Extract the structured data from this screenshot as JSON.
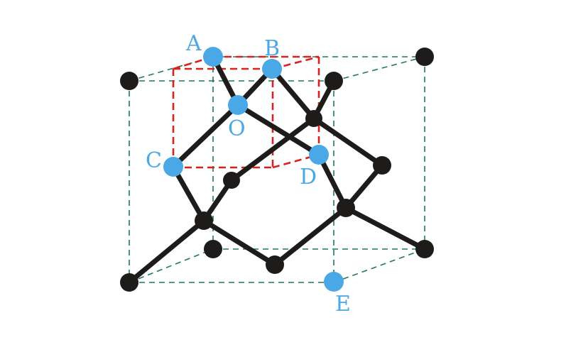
{
  "colors": {
    "background": "#ffffff",
    "cube_edge": "#1f7a55",
    "highlight_cube_edge": "#d8221c",
    "bond": "#1e1b1b",
    "atom_black": "#1e1b1b",
    "atom_blue": "#4aa8e6",
    "label": "#4aa8e6"
  },
  "labels": {
    "A": "A",
    "B": "B",
    "O": "O",
    "C": "C",
    "D": "D",
    "E": "E"
  }
}
